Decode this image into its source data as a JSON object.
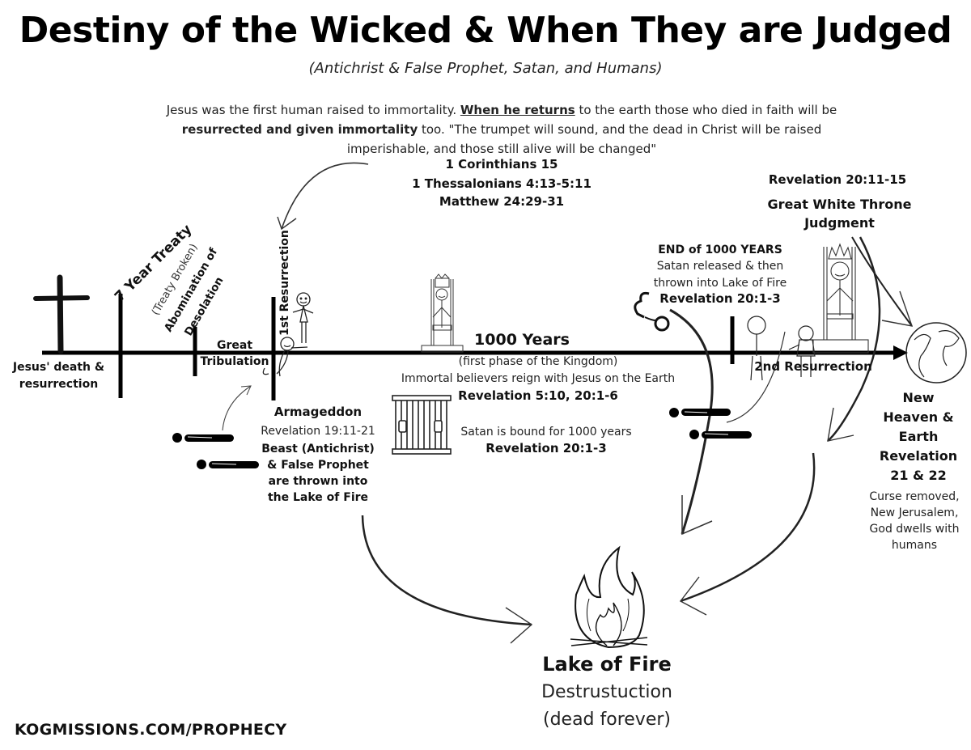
{
  "header": {
    "title": "Destiny of the Wicked & When They are Judged",
    "subtitle": "(Antichrist & False Prophet, Satan, and Humans)"
  },
  "intro": {
    "part1": "Jesus was the first human raised to immortality. ",
    "part2_bold_underline": "When he returns",
    "part3": " to the earth those who died in faith will be ",
    "part4_bold": "resurrected and given immortality",
    "part5": " too. \"The trumpet will sound, and the dead in Christ  will be raised imperishable, and those still alive will be changed\"",
    "refs": [
      "1 Corinthians 15",
      "1 Thessalonians 4:13-5:11",
      "Matthew 24:29-31"
    ]
  },
  "timeline": {
    "jesus_death": "Jesus' death & resurrection",
    "seven_year_treaty": "7 Year Treaty",
    "treaty_broken": "(Treaty Broken)",
    "abomination_line1": "Abomination of",
    "abomination_line2": "Desolation",
    "great_tribulation_line1": "Great",
    "great_tribulation_line2": "Tribulation",
    "first_resurrection": "1st Resurrection",
    "thousand_years": "1000 Years",
    "kingdom_phase": "(first phase of the Kingdom)",
    "immortal_reign": "Immortal believers reign with Jesus on the Earth",
    "kingdom_ref": "Revelation 5:10, 20:1-6",
    "second_resurrection": "2nd Resurrection"
  },
  "armageddon": {
    "title": "Armageddon",
    "ref": "Revelation 19:11-21",
    "desc": [
      "Beast (Antichrist)",
      "& False Prophet",
      "are thrown into",
      "the Lake of Fire"
    ]
  },
  "satan_bound": {
    "text": "Satan is bound for 1000 years",
    "ref": "Revelation 20:1-3"
  },
  "end_1000": {
    "title": "END of 1000 YEARS",
    "desc_line1": "Satan released & then",
    "desc_line2": "thrown into Lake of Fire",
    "ref": "Revelation 20:1-3"
  },
  "white_throne": {
    "ref": "Revelation 20:11-15",
    "title_line1": "Great White Throne",
    "title_line2": "Judgment"
  },
  "new_heaven": {
    "title": [
      "New",
      "Heaven &",
      "Earth",
      "Revelation",
      "21 & 22"
    ],
    "desc": [
      "Curse removed,",
      "New Jerusalem,",
      "God dwells with",
      "humans"
    ]
  },
  "lake_of_fire": {
    "title": "Lake of Fire",
    "line1": "Destrustuction",
    "line2": "(dead forever)"
  },
  "footer": {
    "url": "KOGMISSIONS.COM/PROPHECY"
  },
  "icons": [
    "cross-icon",
    "throne-king-icon",
    "jail-cell-icon",
    "handcuffs-icon",
    "globe-icon",
    "fire-icon",
    "dead-body-icon",
    "stick-figure-icon"
  ]
}
